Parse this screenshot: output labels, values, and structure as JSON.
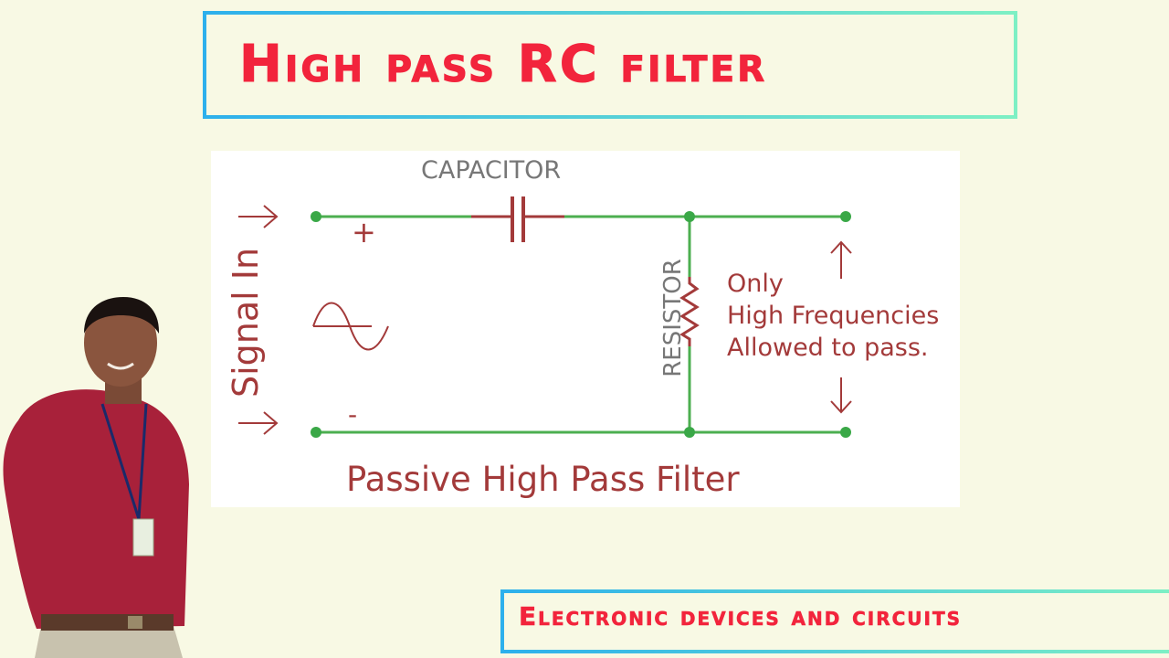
{
  "title": "High pass RC filter",
  "footer": "Electronic devices and circuits",
  "diagram": {
    "capacitor_label": "CAPACITOR",
    "resistor_label": "RESISTOR",
    "signal_label": "Signal In",
    "plus": "+",
    "minus": "-",
    "note_line1": "Only",
    "note_line2": "High Frequencies",
    "note_line3": "Allowed to pass.",
    "caption": "Passive High Pass Filter"
  },
  "colors": {
    "title": "#f2243c",
    "wire": "#4caf50",
    "component": "#a33a3a",
    "label_gray": "#777777"
  }
}
